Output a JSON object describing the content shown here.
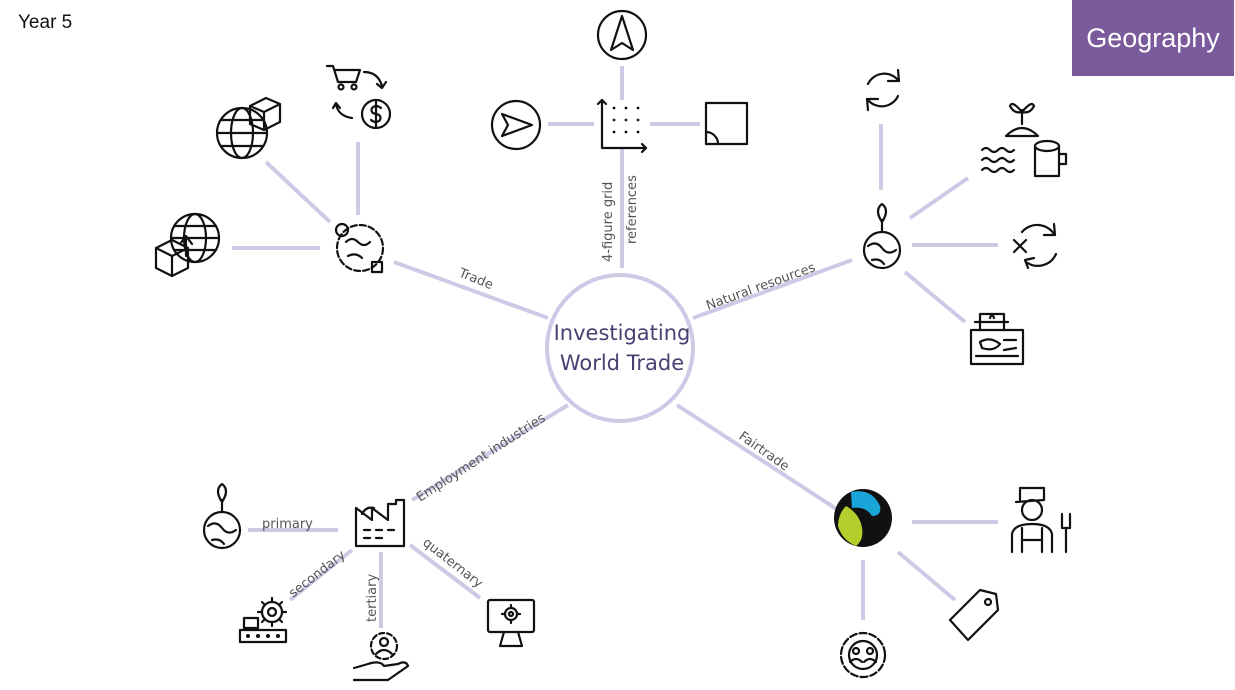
{
  "header": {
    "year": "Year 5",
    "subject": "Geography"
  },
  "center": {
    "line1": "Investigating",
    "line2": "World Trade"
  },
  "branches": {
    "grid": {
      "line1": "4-figure grid",
      "line2": "references"
    },
    "natural": "Natural resources",
    "trade": "Trade",
    "fairtrade": "Fairtrade",
    "employment": "Employment industries",
    "primary": "primary",
    "secondary": "secondary",
    "tertiary": "tertiary",
    "quaternary": "quaternary"
  },
  "icons": [
    "compass-north-icon",
    "direction-arrow-icon",
    "grid-axes-icon",
    "square-corner-icon",
    "shopping-cart-icon",
    "dollar-coin-icon",
    "globe-parcel-icon",
    "globe-boxes-icon",
    "world-trade-icon",
    "recycle-arrows-icon",
    "sapling-water-logs-icon",
    "leaf-globe-icon",
    "no-recycle-icon",
    "oil-mining-icon",
    "factory-icon",
    "plant-globe-icon",
    "conveyor-gear-icon",
    "hand-gear-person-icon",
    "computer-gear-icon",
    "fairtrade-logo-icon",
    "farmer-icon",
    "price-tag-icon",
    "gear-people-icon"
  ],
  "colors": {
    "accent": "#7b5a9c",
    "connector": "#cfc9e6",
    "center_text": "#4b3f72",
    "fairtrade_blue": "#1aa5d8",
    "fairtrade_green": "#b3cf2b"
  }
}
